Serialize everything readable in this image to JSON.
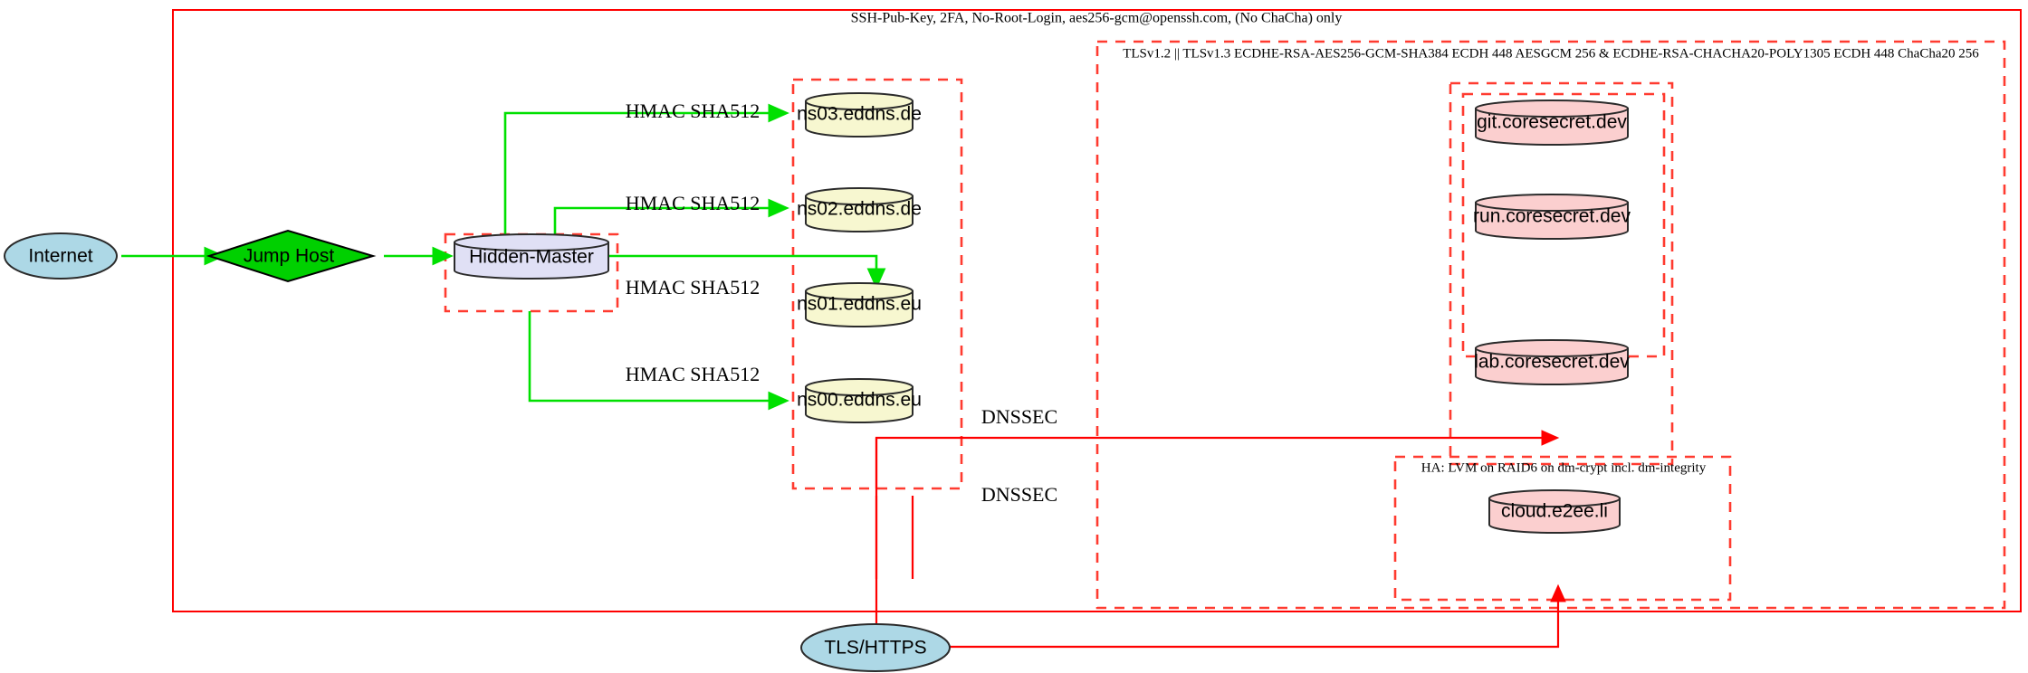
{
  "diagram": {
    "title_label": "SSH-Pub-Key, 2FA, No-Root-Login, aes256-gcm@openssh.com, (No ChaCha) only",
    "clusters": [
      {
        "id": "ssh-boundary",
        "label": "SSH-Pub-Key, 2FA, No-Root-Login, aes256-gcm@openssh.com, (No ChaCha) only",
        "style": "solid"
      },
      {
        "id": "tls-boundary",
        "label": "TLSv1.2 || TLSv1.3 ECDHE-RSA-AES256-GCM-SHA384 ECDH 448 AESGCM 256 & ECDHE-RSA-CHACHA20-POLY1305 ECDH 448 ChaCha20 256",
        "style": "dashed"
      },
      {
        "id": "ha-boundary",
        "label": "HA: LVM on RAID6 on dm-crypt incl. dm-integrity",
        "style": "dashed"
      },
      {
        "id": "hidden-master-boundary",
        "label": "",
        "style": "dashed"
      },
      {
        "id": "dns-boundary",
        "label": "",
        "style": "dashed"
      },
      {
        "id": "coresecret-outer-boundary",
        "label": "",
        "style": "dashed"
      },
      {
        "id": "coresecret-inner-boundary",
        "label": "",
        "style": "dashed"
      }
    ],
    "nodes": [
      {
        "id": "internet",
        "label": "Internet",
        "shape": "ellipse",
        "fill": "#add8e6"
      },
      {
        "id": "jump-host",
        "label": "Jump Host",
        "shape": "diamond",
        "fill": "#00d000"
      },
      {
        "id": "hidden-master",
        "label": "Hidden-Master",
        "shape": "cylinder",
        "fill": "#e0e0f5"
      },
      {
        "id": "ns03",
        "label": "ns03.eddns.de",
        "shape": "cylinder",
        "fill": "#f7f7d0"
      },
      {
        "id": "ns02",
        "label": "ns02.eddns.de",
        "shape": "cylinder",
        "fill": "#f7f7d0"
      },
      {
        "id": "ns01",
        "label": "ns01.eddns.eu",
        "shape": "cylinder",
        "fill": "#f7f7d0"
      },
      {
        "id": "ns00",
        "label": "ns00.eddns.eu",
        "shape": "cylinder",
        "fill": "#f7f7d0"
      },
      {
        "id": "git",
        "label": "git.coresecret.dev",
        "shape": "cylinder",
        "fill": "#fbcfcf"
      },
      {
        "id": "run",
        "label": "run.coresecret.dev",
        "shape": "cylinder",
        "fill": "#fbcfcf"
      },
      {
        "id": "lab",
        "label": "lab.coresecret.dev",
        "shape": "cylinder",
        "fill": "#fbcfcf"
      },
      {
        "id": "cloud",
        "label": "cloud.e2ee.li",
        "shape": "cylinder",
        "fill": "#fbcfcf"
      },
      {
        "id": "tls-https",
        "label": "TLS/HTTPS",
        "shape": "ellipse",
        "fill": "#add8e6"
      }
    ],
    "edge_labels": {
      "hmac_ns03": "HMAC SHA512",
      "hmac_ns02": "HMAC SHA512",
      "hmac_ns01": "HMAC SHA512",
      "hmac_ns00": "HMAC SHA512",
      "dnssec_upper": "DNSSEC",
      "dnssec_lower": "DNSSEC"
    },
    "colors": {
      "green_edge": "#00e000",
      "red_edge": "#ff0000",
      "boundary_solid": "#ff0000",
      "boundary_dashed": "#ff3b30",
      "ellipse_fill": "#add8e6",
      "diamond_fill": "#00d000",
      "master_fill": "#e0e0f5",
      "dns_fill": "#f7f7d0",
      "service_fill": "#fbcfcf"
    }
  }
}
